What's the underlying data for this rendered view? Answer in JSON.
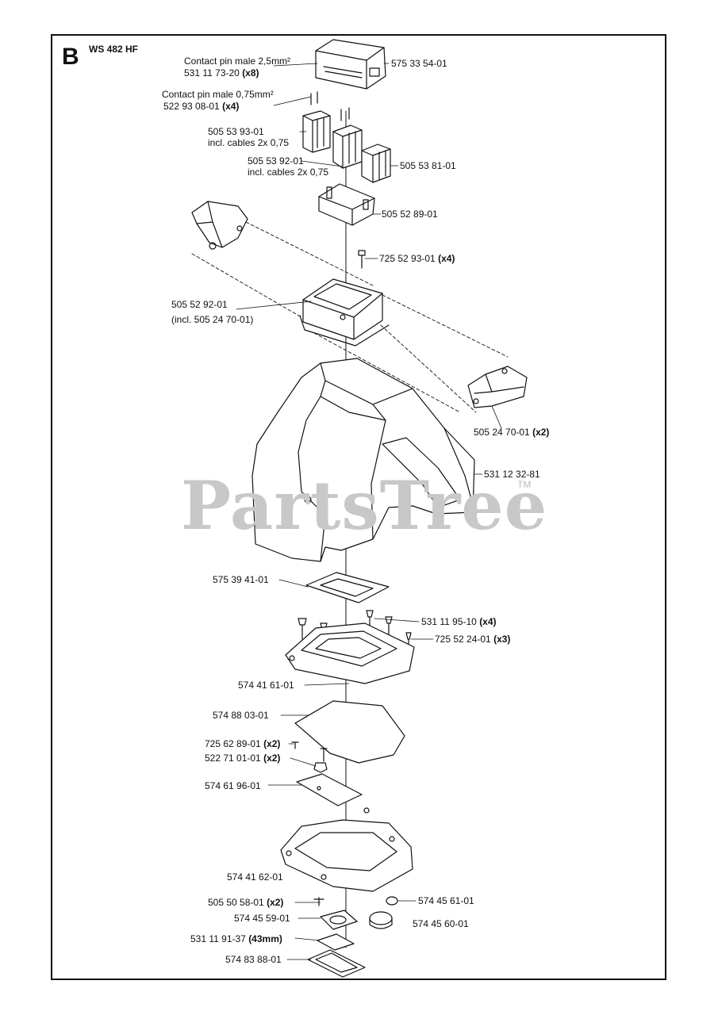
{
  "header": {
    "section_letter": "B",
    "model": "WS 482 HF"
  },
  "watermark": {
    "text": "PartsTree",
    "tm": "TM"
  },
  "labels": {
    "contact_pin_25_desc": "Contact pin male 2,5mm²",
    "contact_pin_25_part": "531 11 73-20",
    "contact_pin_25_qty": "(x8)",
    "connector_housing": "575 33 54-01",
    "contact_pin_075_desc": "Contact pin male 0,75mm²",
    "contact_pin_075_part": "522 93 08-01",
    "contact_pin_075_qty": "(x4)",
    "plug_9383_part": "505 53 93-01",
    "plug_9383_desc": "incl. cables 2x 0,75",
    "plug_9392_part": "505 53 92-01",
    "plug_9392_desc": "incl. cables 2x 0,75",
    "plug_9381_part": "505 53 81-01",
    "holder": "505 52 89-01",
    "screw_72552_part": "725 52 93-01",
    "screw_72552_qty": "(x4)",
    "box_part": "505 52 92-01",
    "box_desc": "(incl. 505 24 70-01)",
    "bracket_part": "505 24 70-01",
    "bracket_qty": "(x2)",
    "cover": "531 12 32-81",
    "gasket_top": "575 39 41-01",
    "screw_53111_part": "531 11 95-10",
    "screw_53111_qty": "(x4)",
    "screw_72552b_part": "725 52 24-01",
    "screw_72552b_qty": "(x3)",
    "plate_top": "574 41 61-01",
    "seal": "574 88 03-01",
    "screw_72562_part": "725 62 89-01",
    "screw_72562_qty": "(x2)",
    "nut_part": "522 71 01-01",
    "nut_qty": "(x2)",
    "plate_small": "574 61 96-01",
    "base_plate": "574 41 62-01",
    "screw_50550_part": "505 50 58-01",
    "screw_50550_qty": "(x2)",
    "grommet_a": "574 45 61-01",
    "grommet_b": "574 45 59-01",
    "grommet_c": "574 45 60-01",
    "strip_part": "531 11 91-37",
    "strip_qty": "(43mm)",
    "foot": "574 83 88-01"
  }
}
